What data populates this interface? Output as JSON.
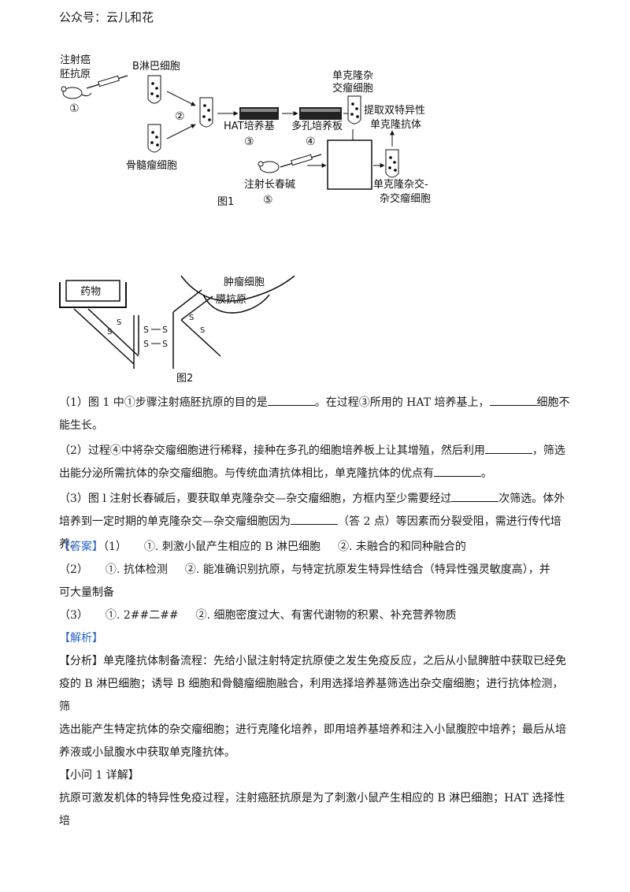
{
  "header": "公众号：云儿和花",
  "fig1": {
    "caption": "图1",
    "labels": {
      "inject_antigen_1": "注射癌",
      "inject_antigen_2": "胚抗原",
      "step1": "①",
      "b_cell": "B淋巴细胞",
      "step2": "②",
      "myeloma": "骨髓瘤细胞",
      "hat": "HAT培养基",
      "step3": "③",
      "multiwell": "多孔培养板",
      "step4": "④",
      "mono_hybrid_1": "单克隆杂",
      "mono_hybrid_2": "交瘤细胞",
      "extract_1": "提取双特异性",
      "extract_2": "单克隆抗体",
      "inject_chun": "注射长春碱",
      "step5": "⑤",
      "mono_mono_1": "单克隆杂交-",
      "mono_mono_2": "杂交瘤细胞"
    }
  },
  "fig2": {
    "caption": "图2",
    "drug": "药物",
    "tumor_cell": "肿瘤细胞",
    "membrane_antigen": "膜抗原",
    "s": "S"
  },
  "q1": {
    "a": "（1）图 1 中①步骤注射癌胚抗原的目的是",
    "b": "。在过程③所用的 HAT 培养基上，",
    "c": "细胞不",
    "d": "能生长。"
  },
  "q2": {
    "a": "（2）过程④中将杂交瘤细胞进行稀释，接种在多孔的细胞培养板上让其增殖，然后利用",
    "b": "，筛选",
    "c": "出能分泌所需抗体的杂交瘤细胞。与传统血清抗体相比，单克隆抗体的优点有",
    "d": "。"
  },
  "q3": {
    "a": "（3）图 l 注射长春碱后，要获取单克隆杂交—杂交瘤细胞，方框内至少需要经过",
    "b": "次筛选。体外",
    "c": "培养到一定时期的单克隆杂交—杂交瘤细胞因为",
    "d": "（答 2 点）等因素而分裂受阻，需进行传代培养。"
  },
  "answer": {
    "tag": "【答案】",
    "l1": "（1）",
    "l1a": "①. 刺激小鼠产生相应的 B 淋巴细胞",
    "l1b": "②. 未融合的和同种融合的",
    "l2": "（2）",
    "l2a": "①. 抗体检测",
    "l2b": "②. 能准确识别抗原，与特定抗原发生特异性结合（特异性强灵敏度高），并",
    "l2c": "可大量制备",
    "l3": "（3）",
    "l3a": "①. 2##二##",
    "l3b": "②. 细胞密度过大、有害代谢物的积累、补充营养物质"
  },
  "analysis": {
    "tag": "【解析】",
    "p1": "【分析】单克隆抗体制备流程：先给小鼠注射特定抗原使之发生免疫反应，之后从小鼠脾脏中获取已经免",
    "p2": "疫的 B 淋巴细胞；诱导 B 细胞和骨髓瘤细胞融合，利用选择培养基筛选出杂交瘤细胞；进行抗体检测，筛",
    "p3": "选出能产生特定抗体的杂交瘤细胞；进行克隆化培养，即用培养基培养和注入小鼠腹腔中培养；最后从培",
    "p4": "养液或小鼠腹水中获取单克隆抗体。",
    "sub": "【小问 1 详解】",
    "p5": "抗原可激发机体的特异性免疫过程，注射癌胚抗原是为了刺激小鼠产生相应的 B 淋巴细胞；HAT 选择性培"
  }
}
